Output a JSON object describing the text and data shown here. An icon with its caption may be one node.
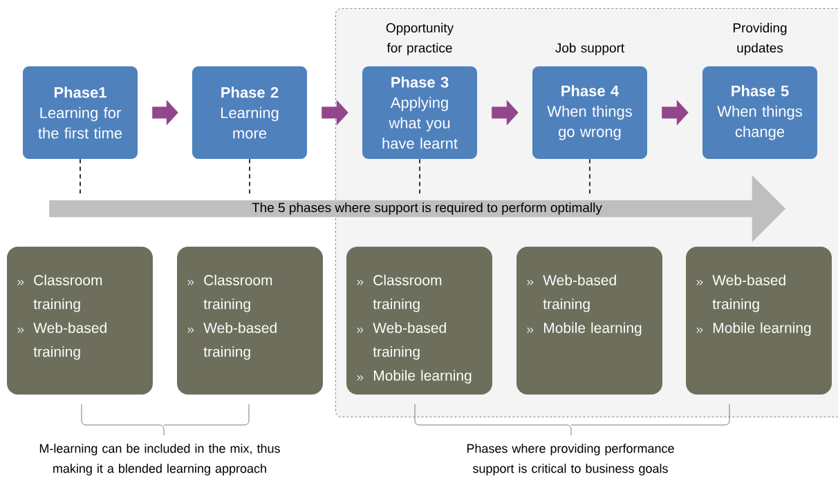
{
  "diagram": {
    "nodes": [
      {
        "text": [],
        "shape": "box"
      },
      {
        "text": [
          "Phase1",
          "Learning for the first time"
        ]
      },
      {
        "text": [
          "Phase 2",
          "Learning more"
        ]
      },
      {
        "text": [
          "Phase 3",
          "Applying what you have learnt"
        ],
        "in": 0,
        "beside": [
          "Opportunity for practice"
        ]
      },
      {
        "text": [
          "Phase 4",
          "When things go wrong"
        ],
        "in": 0,
        "beside": [
          "Job support"
        ]
      },
      {
        "text": [
          "Phase 5",
          "When things change"
        ],
        "in": 0,
        "beside": [
          "Providing updates"
        ]
      },
      {
        "text": [
          "The 5 phases where support is required to perform optimally"
        ]
      },
      {
        "text": [
          "Classroom training",
          "Web-based training"
        ]
      },
      {
        "text": [
          "Classroom training",
          "Web-based training"
        ]
      },
      {
        "text": [
          "Classroom training",
          "Web-based training",
          "Mobile learning"
        ],
        "in": 0
      },
      {
        "text": [
          "Web-based training",
          "Mobile learning"
        ],
        "in": 0
      },
      {
        "text": [
          "Web-based training",
          "Mobile learning"
        ],
        "in": 0
      }
    ],
    "edges": [
      {
        "from": 1,
        "to": 2,
        "arrow": "to",
        "style": "thick",
        "color": "#93468b"
      },
      {
        "from": 2,
        "to": 3,
        "arrow": "to",
        "style": "thick",
        "color": "#93468b"
      },
      {
        "from": 3,
        "to": 4,
        "arrow": "to",
        "style": "thick",
        "color": "#93468b"
      },
      {
        "from": 4,
        "to": 5,
        "arrow": "to",
        "style": "thick",
        "color": "#93468b"
      },
      {
        "from": 1,
        "to": 6,
        "arrow": "none",
        "style": "dashed",
        "color": "#000000"
      },
      {
        "from": 2,
        "to": 6,
        "arrow": "none",
        "style": "dashed",
        "color": "#000000"
      },
      {
        "from": 3,
        "to": 6,
        "arrow": "none",
        "style": "dashed",
        "color": "#000000"
      },
      {
        "from": 4,
        "to": 6,
        "arrow": "none",
        "style": "dashed",
        "color": "#000000"
      }
    ],
    "labels": [
      "M-learning can be included in the mix, thus making it a blended learning approach",
      "Phases where providing performance support is critical to business goals"
    ]
  }
}
